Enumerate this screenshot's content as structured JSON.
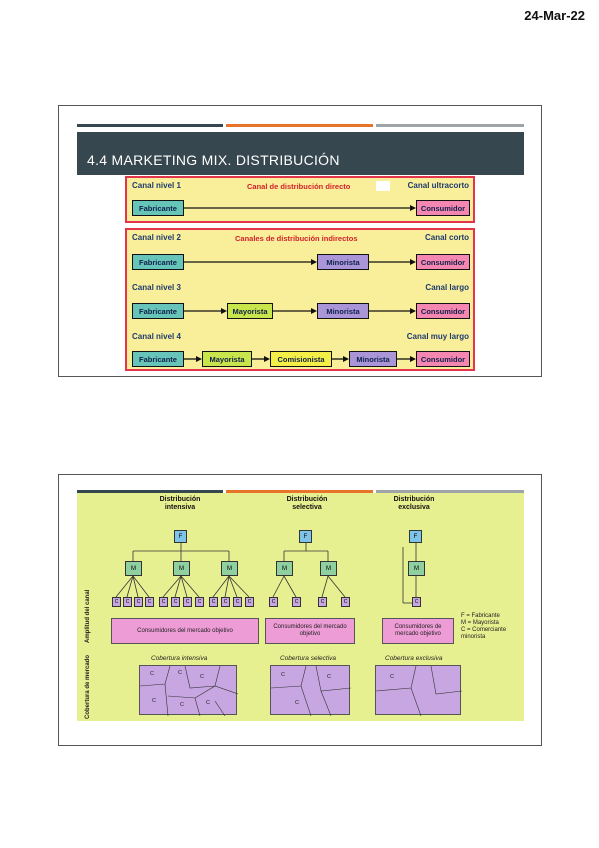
{
  "date": "24-Mar-22",
  "slide1": {
    "title": "4.4 MARKETING MIX. DISTRIBUCIÓN",
    "bar_colors": [
      "#37474f",
      "#e8732b",
      "#9ea4a8"
    ],
    "direct_label": "Canal de distribución directo",
    "indirect_label": "Canales de distribución indirectos",
    "levels": [
      {
        "name": "Canal nivel 1",
        "right": "Canal ultracorto"
      },
      {
        "name": "Canal nivel 2",
        "right": "Canal corto"
      },
      {
        "name": "Canal nivel 3",
        "right": "Canal largo"
      },
      {
        "name": "Canal nivel 4",
        "right": "Canal muy largo"
      }
    ],
    "boxes": {
      "fabricante": "Fabricante",
      "consumidor": "Consumidor",
      "minorista": "Minorista",
      "mayorista": "Mayorista",
      "comisionista": "Comisionista"
    }
  },
  "slide2": {
    "headers": [
      "Distribución intensiva",
      "Distribución selectiva",
      "Distribución exclusiva"
    ],
    "node_f": "F",
    "node_m": "M",
    "node_c": "C",
    "consumers": [
      "Consumidores del mercado objetivo",
      "Consumidores del mercado objetivo",
      "Consumidores de mercado objetivo"
    ],
    "coverage": [
      "Cobertura intensiva",
      "Cobertura selectiva",
      "Cobertura exclusiva"
    ],
    "side_top": "Amplitud del canal",
    "side_bottom": "Cobertura de mercado",
    "legend": [
      "F = Fabricante",
      "M = Mayorista",
      "C = Comerciante minorista"
    ]
  }
}
